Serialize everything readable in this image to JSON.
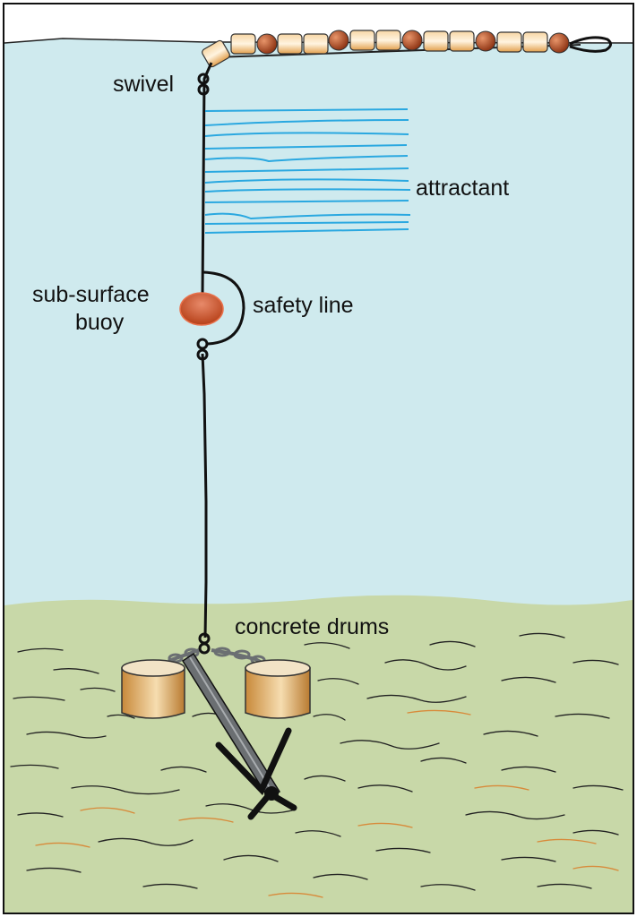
{
  "labels": {
    "swivel": "swivel",
    "attractant": "attractant",
    "buoy_line1": "sub-surface",
    "buoy_line2": "buoy",
    "safety_line": "safety line",
    "drums": "concrete drums"
  },
  "colors": {
    "water": "#cfeaee",
    "seabed": "#c8d8a8",
    "attractant_strands": "#2aa8e0",
    "buoy": "#c4451c",
    "float_tan": "#e8a860",
    "float_bead": "#a8401c",
    "drum": "#d8a048",
    "anchor": "#6b6f72",
    "outline": "#111111",
    "sediment_orange": "#d88a3a"
  }
}
